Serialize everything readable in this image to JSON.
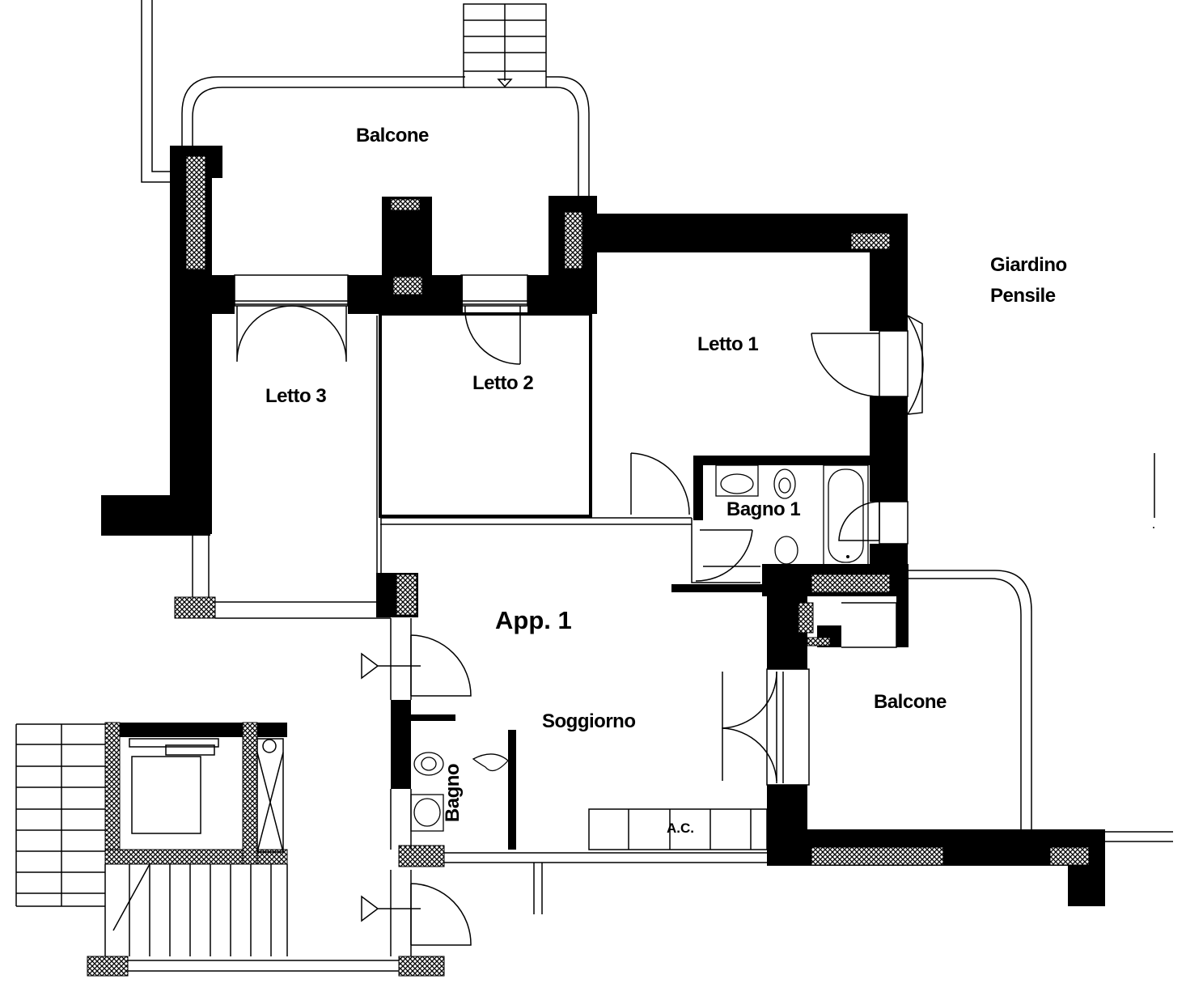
{
  "plan": {
    "labels": {
      "balcone_top": "Balcone",
      "giardino_line1": "Giardino",
      "giardino_line2": "Pensile",
      "letto1": "Letto 1",
      "letto2": "Letto 2",
      "letto3": "Letto 3",
      "bagno1": "Bagno 1",
      "app1": "App. 1",
      "soggiorno": "Soggiorno",
      "bagno": "Bagno",
      "balcone_right": "Balcone",
      "ac": "A.C."
    },
    "colors": {
      "wall": "#000000",
      "line": "#000000",
      "background": "#ffffff",
      "hatch": "#000000"
    }
  }
}
